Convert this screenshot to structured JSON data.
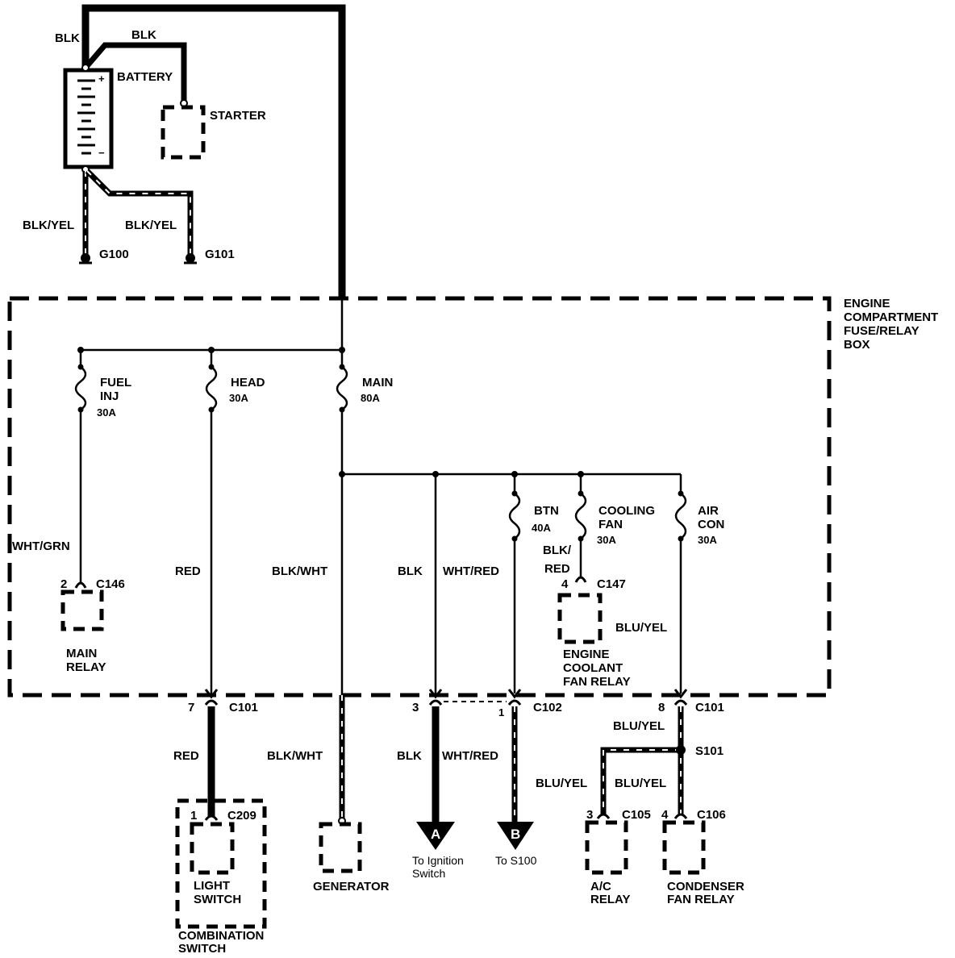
{
  "labels": {
    "blk1": "BLK",
    "blk2": "BLK",
    "battery": "BATTERY",
    "plus": "+",
    "minus": "−",
    "starter": "STARTER",
    "blkyel1": "BLK/YEL",
    "blkyel2": "BLK/YEL",
    "g100": "G100",
    "g101": "G101",
    "box_l1": "ENGINE",
    "box_l2": "COMPARTMENT",
    "box_l3": "FUSE/RELAY",
    "box_l4": "BOX",
    "fuel_l1": "FUEL",
    "fuel_l2": "INJ",
    "fuel_amp": "30A",
    "head": "HEAD",
    "head_amp": "30A",
    "main": "MAIN",
    "main_amp": "80A",
    "btn": "BTN",
    "btn_amp": "40A",
    "cool_l1": "COOLING",
    "cool_l2": "FAN",
    "cool_amp": "30A",
    "air_l1": "AIR",
    "air_l2": "CON",
    "air_amp": "30A",
    "whtgrn": "WHT/GRN",
    "red1": "RED",
    "blkwht1": "BLK/WHT",
    "blk3": "BLK",
    "whtred1": "WHT/RED",
    "blkred_l1": "BLK/",
    "blkred_l2": "RED",
    "pin2": "2",
    "c146": "C146",
    "mainrelay_l1": "MAIN",
    "mainrelay_l2": "RELAY",
    "pin4a": "4",
    "c147": "C147",
    "bluyel1": "BLU/YEL",
    "ecfr_l1": "ENGINE",
    "ecfr_l2": "COOLANT",
    "ecfr_l3": "FAN RELAY",
    "pin7": "7",
    "c101a": "C101",
    "pin3a": "3",
    "pin1a": "1",
    "c102": "C102",
    "pin8": "8",
    "c101b": "C101",
    "bluyel2": "BLU/YEL",
    "s101": "S101",
    "red2": "RED",
    "blkwht2": "BLK/WHT",
    "blk4": "BLK",
    "whtred2": "WHT/RED",
    "bluyel3": "BLU/YEL",
    "bluyel4": "BLU/YEL",
    "pin1b": "1",
    "c209": "C209",
    "lightsw_l1": "LIGHT",
    "lightsw_l2": "SWITCH",
    "combo_l1": "COMBINATION",
    "combo_l2": "SWITCH",
    "generator": "GENERATOR",
    "arrowA": "A",
    "arrowB": "B",
    "toign_l1": "To Ignition",
    "toign_l2": "Switch",
    "tos100": "To S100",
    "pin3b": "3",
    "c105": "C105",
    "pin4b": "4",
    "c106": "C106",
    "acrelay_l1": "A/C",
    "acrelay_l2": "RELAY",
    "condrelay_l1": "CONDENSER",
    "condrelay_l2": "FAN RELAY"
  }
}
